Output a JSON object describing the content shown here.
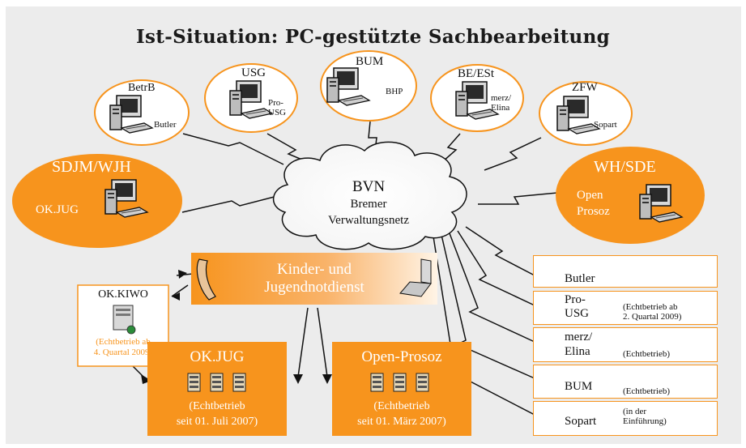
{
  "title": "Ist-Situation: PC-gestützte Sachbearbeitung",
  "colors": {
    "orange": "#f7941d",
    "orange_light": "#fbd3a0",
    "background": "#ececec"
  },
  "top_nodes": [
    {
      "name": "BetrB",
      "software": "Butler"
    },
    {
      "name": "USG",
      "software": "Pro-\nUSG"
    },
    {
      "name": "BUM",
      "software": "BHP"
    },
    {
      "name": "BE/ESt",
      "software": "merz/\nElina"
    },
    {
      "name": "ZFW",
      "software": "Sopart"
    }
  ],
  "left_node": {
    "name": "SDJM/WJH",
    "software": "OK.JUG"
  },
  "right_node": {
    "name": "WH/SDE",
    "software": "Open\nProsoz"
  },
  "cloud": {
    "line1": "BVN",
    "line2": "Bremer",
    "line3": "Verwaltungsnetz"
  },
  "kjnd": {
    "line1": "Kinder- und",
    "line2": "Jugendnotdienst"
  },
  "okkiwo": {
    "name": "OK.KIWO",
    "status": "(Echtbetrieb ab\n4. Quartal 2009)"
  },
  "okjug_box": {
    "name": "OK.JUG",
    "status1": "(Echtbetrieb",
    "status2": "seit 01. Juli 2007)"
  },
  "openprosoz_box": {
    "name": "Open-Prosoz",
    "status1": "(Echtbetrieb",
    "status2": "seit 01. März 2007)"
  },
  "servers": [
    {
      "name": "Butler",
      "status": ""
    },
    {
      "name": "Pro-\nUSG",
      "status": "(Echtbetrieb ab\n2. Quartal 2009)"
    },
    {
      "name": "merz/\nElina",
      "status": "(Echtbetrieb)"
    },
    {
      "name": "BUM",
      "status": "(Echtbetrieb)"
    },
    {
      "name": "Sopart",
      "status": "(in der\nEinführung)"
    }
  ]
}
